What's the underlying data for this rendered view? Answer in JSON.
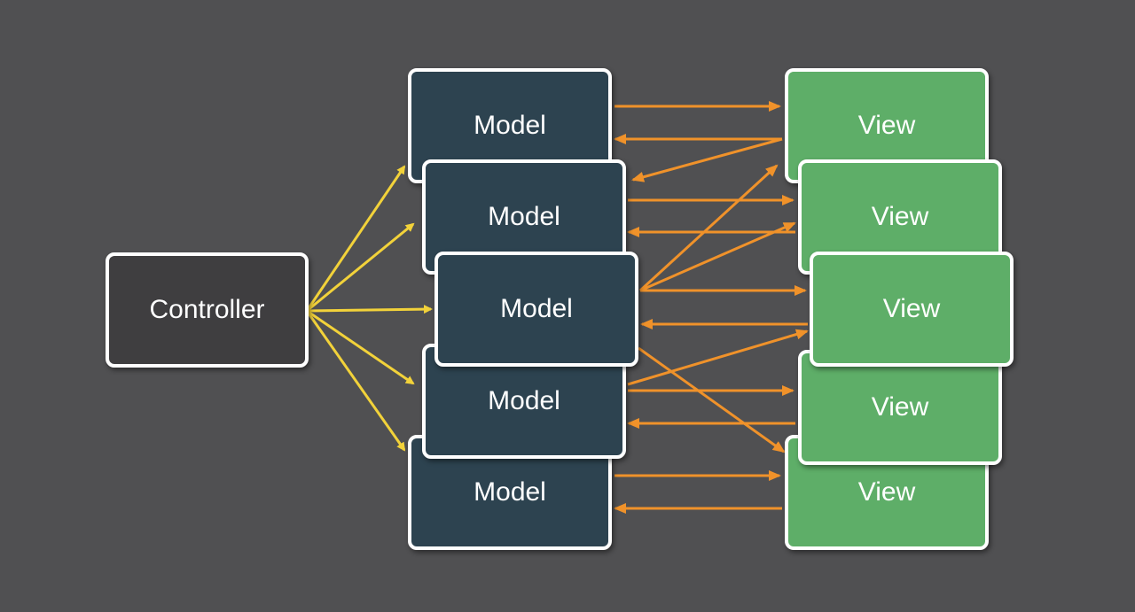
{
  "controller": {
    "label": "Controller"
  },
  "models": [
    {
      "label": "Model"
    },
    {
      "label": "Model"
    },
    {
      "label": "Model"
    },
    {
      "label": "Model"
    },
    {
      "label": "Model"
    }
  ],
  "views": [
    {
      "label": "View"
    },
    {
      "label": "View"
    },
    {
      "label": "View"
    },
    {
      "label": "View"
    },
    {
      "label": "View"
    }
  ],
  "colors": {
    "background": "#505052",
    "controller_fill": "#3f3e40",
    "model_fill": "#2d4350",
    "view_fill": "#5eae68",
    "border": "#ffffff",
    "controller_arrow": "#f2d23a",
    "model_view_arrow": "#f0922a"
  }
}
